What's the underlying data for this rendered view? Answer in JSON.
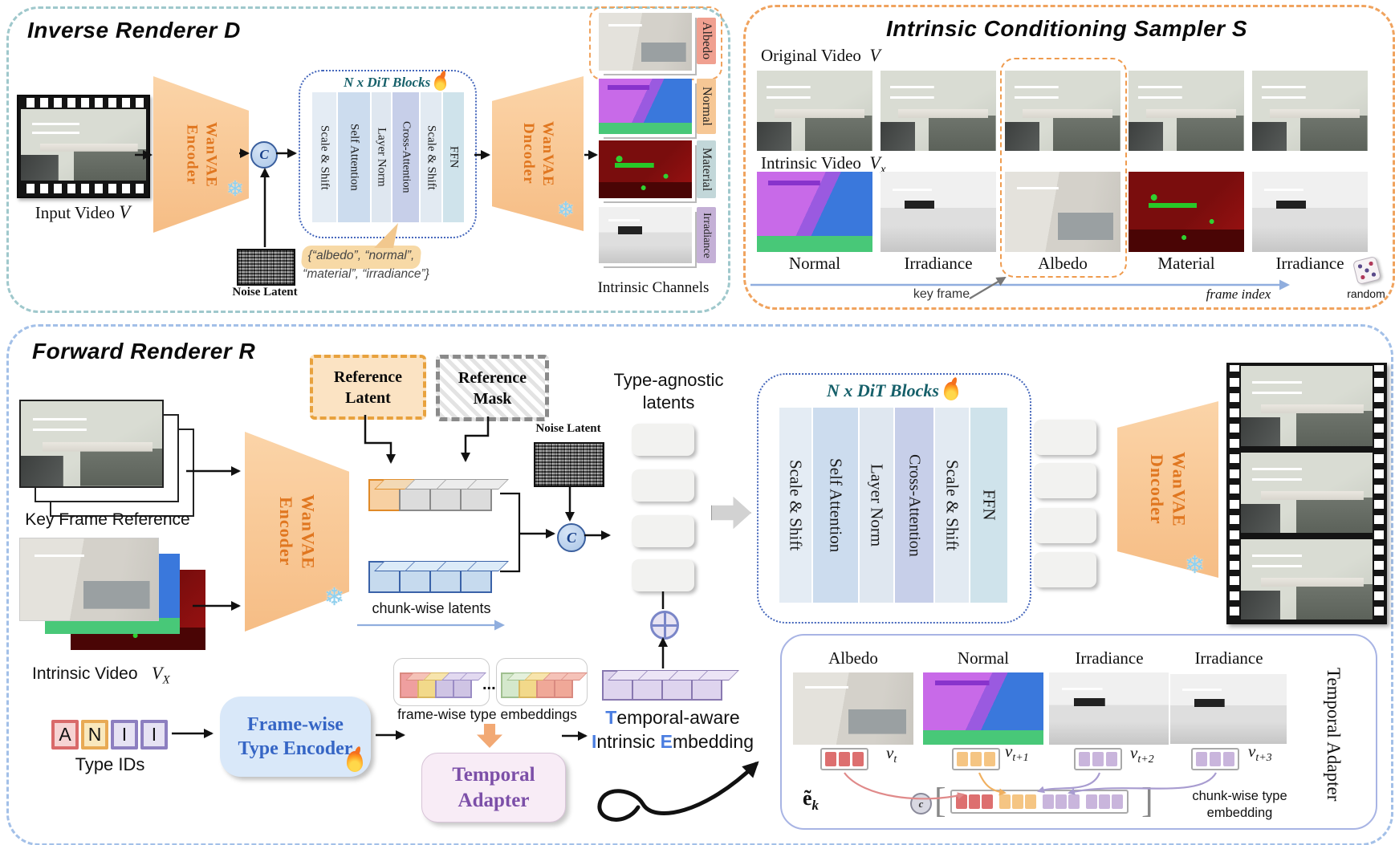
{
  "colors": {
    "inverse_panel_border": "#9fc8cc",
    "sampler_panel_border": "#f0a35e",
    "forward_panel_border": "#a3c0e8",
    "vae_trapezoid": "#f8c897",
    "vae_text": "#e0761f",
    "dit_title": "#16606a",
    "concat_circle": "#a9c5e7",
    "tie_accent": "#4a7de0",
    "temporal_adapter_text": "#7c4fa8",
    "frame_encoder_text": "#3565c5",
    "token_red": "#dd6f6f",
    "token_orange": "#f5c583",
    "token_lavender": "#c9b5dc"
  },
  "inverse": {
    "title": "Inverse Renderer D",
    "input_video_label": "Input Video",
    "input_video_var": "V",
    "encoder_line1": "WanVAE",
    "encoder_line2": "Encoder",
    "concat": "C",
    "noise_label": "Noise Latent",
    "dit_title": "N x DiT Blocks",
    "dit_cols": [
      "Scale & Shift",
      "Self Attention",
      "Layer Norm",
      "Cross-Attention",
      "Scale & Shift",
      "FFN"
    ],
    "callout_line1": "{“albedo”, “normal”,",
    "callout_line2": "“material”, “irradiance”}",
    "decoder_line1": "WanVAE",
    "decoder_line2": "Dncoder",
    "channels": [
      "Albedo",
      "Normal",
      "Material",
      "Irradiance"
    ],
    "channels_caption": "Intrinsic Channels"
  },
  "sampler": {
    "title": "Intrinsic Conditioning Sampler S",
    "original_video_label": "Original Video",
    "original_video_var": "V",
    "intrinsic_video_label": "Intrinsic Video",
    "intrinsic_video_var": "V",
    "intrinsic_video_sub": "x",
    "frame_labels": [
      "Normal",
      "Irradiance",
      "Albedo",
      "Material",
      "Irradiance"
    ],
    "key_frame_label": "key frame",
    "frame_index_label": "frame index",
    "random_label": "random"
  },
  "forward": {
    "title": "Forward Renderer R",
    "key_frame_ref_label": "Key Frame Reference",
    "intrinsic_video_label": "Intrinsic Video",
    "intrinsic_video_var": "V",
    "intrinsic_video_sub": "X",
    "type_ids": [
      "A",
      "N",
      "I",
      "I"
    ],
    "type_ids_label": "Type IDs",
    "encoder_line1": "WanVAE",
    "encoder_line2": "Encoder",
    "ref_latent_line1": "Reference",
    "ref_latent_line2": "Latent",
    "ref_mask_line1": "Reference",
    "ref_mask_line2": "Mask",
    "noise_label": "Noise Latent",
    "chunk_latents_label": "chunk-wise latents",
    "concat": "C",
    "type_agnostic_line1": "Type-agnostic",
    "type_agnostic_line2": "latents",
    "fw_encoder_line1": "Frame-wise",
    "fw_encoder_line2": "Type Encoder",
    "fw_embeddings_label": "frame-wise type embeddings",
    "dots": "...",
    "temporal_adapter_line1": "Temporal",
    "temporal_adapter_line2": "Adapter",
    "tie_t": "T",
    "tie_rest1": "emporal-aware",
    "tie_i": "I",
    "tie_rest2": "ntrinsic ",
    "tie_e": "E",
    "tie_rest3": "mbedding",
    "dit_title": "N x DiT Blocks",
    "dit_cols": [
      "Scale & Shift",
      "Self Attention",
      "Layer Norm",
      "Cross-Attention",
      "Scale & Shift",
      "FFN"
    ],
    "decoder_line1": "WanVAE",
    "decoder_line2": "Dncoder",
    "adapter_panel": {
      "labels": [
        "Albedo",
        "Normal",
        "Irradiance",
        "Irradiance"
      ],
      "token_var": "v",
      "token_subs": [
        "t",
        "t+1",
        "t+2",
        "t+3"
      ],
      "ek_base": "ẽ",
      "ek_sub": "k",
      "concat": "c",
      "bracket_open": "[",
      "bracket_close": "]",
      "chunk_line1": "chunk-wise type",
      "chunk_line2": "embedding",
      "side_label": "Temporal Adapter"
    }
  }
}
